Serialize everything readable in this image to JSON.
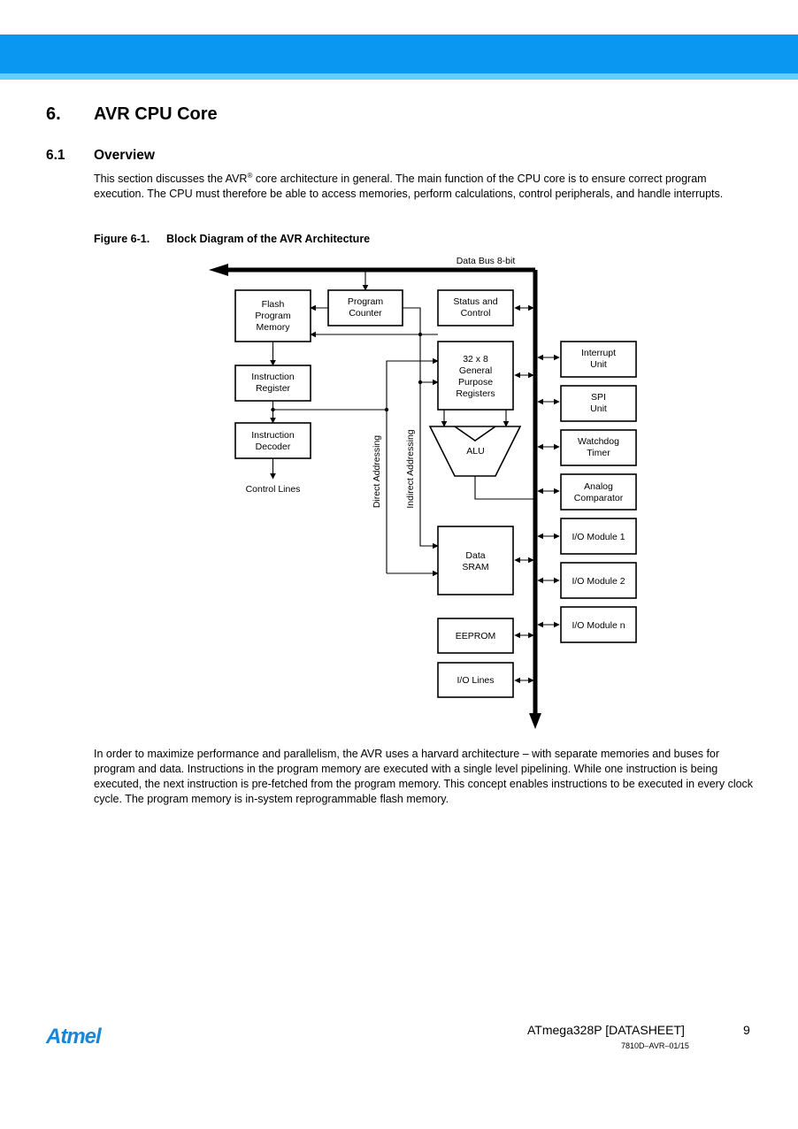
{
  "header": {
    "band_color": "#0a97f1",
    "stripe_color": "#5fd1f5"
  },
  "section": {
    "number": "6.",
    "title": "AVR CPU Core"
  },
  "subsection": {
    "number": "6.1",
    "title": "Overview"
  },
  "paragraph1": {
    "before_sup": "This section discusses the AVR",
    "sup": "®",
    "after_sup": " core architecture in general. The main function of the CPU core is to ensure correct program execution. The CPU must therefore be able to access memories, perform calculations, control peripherals, and handle interrupts."
  },
  "figure": {
    "number": "Figure 6-1.",
    "title": "Block Diagram of the AVR Architecture",
    "bus_label": "Data Bus 8-bit",
    "blocks": {
      "flash": [
        "Flash",
        "Program",
        "Memory"
      ],
      "pc": [
        "Program",
        "Counter"
      ],
      "status": [
        "Status and",
        "Control"
      ],
      "ir": [
        "Instruction",
        "Register"
      ],
      "id": [
        "Instruction",
        "Decoder"
      ],
      "gpr": [
        "32 x 8",
        "General",
        "Purpose",
        "Registers"
      ],
      "alu": "ALU",
      "sram": [
        "Data",
        "SRAM"
      ],
      "eeprom": "EEPROM",
      "iolines": "I/O Lines",
      "interrupt": [
        "Interrupt",
        "Unit"
      ],
      "spi": [
        "SPI",
        "Unit"
      ],
      "watchdog": [
        "Watchdog",
        "Timer"
      ],
      "comparator": [
        "Analog",
        "Comparator"
      ],
      "io1": "I/O Module 1",
      "io2": "I/O Module 2",
      "ion": "I/O Module n"
    },
    "control_lines": "Control Lines",
    "direct_addressing": "Direct Addressing",
    "indirect_addressing": "Indirect Addressing"
  },
  "paragraph2": "In order to maximize performance and parallelism, the AVR uses a harvard architecture – with separate memories and buses for program and data. Instructions in the program memory are executed with a single level pipelining. While one instruction is being executed, the next instruction is pre-fetched from the program memory. This concept enables instructions to be executed in every clock cycle. The program memory is in-system reprogrammable flash memory.",
  "footer": {
    "logo": "Atmel",
    "logo_color": "#1b86d6",
    "document": "ATmega328P [DATASHEET]",
    "page": "9",
    "code": "7810D–AVR–01/15"
  }
}
